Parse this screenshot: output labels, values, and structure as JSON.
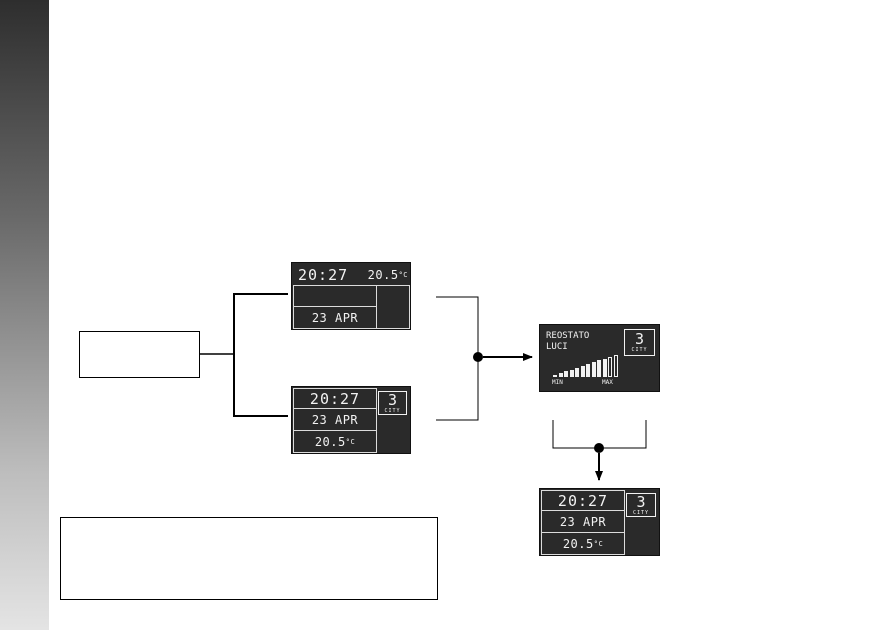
{
  "display_top": {
    "time": "20:27",
    "temp": "20.5",
    "temp_unit": "°C",
    "date": "23 APR"
  },
  "display_bottom": {
    "time": "20:27",
    "date": "23 APR",
    "temp": "20.5",
    "temp_unit": "°C",
    "city_number": "3",
    "city_label": "CITY"
  },
  "display_rheostat": {
    "title_line1": "REOSTATO",
    "title_line2": "LUCI",
    "min_label": "MIN",
    "max_label": "MAX",
    "city_number": "3",
    "city_label": "CITY",
    "level": {
      "filled": 10,
      "total": 12
    }
  },
  "display_result": {
    "time": "20:27",
    "date": "23 APR",
    "temp": "20.5",
    "temp_unit": "°C",
    "city_number": "3",
    "city_label": "CITY"
  },
  "colors": {
    "lcd_background": "#2a2a2a",
    "lcd_text": "#f2f2f2",
    "line": "#000000"
  }
}
